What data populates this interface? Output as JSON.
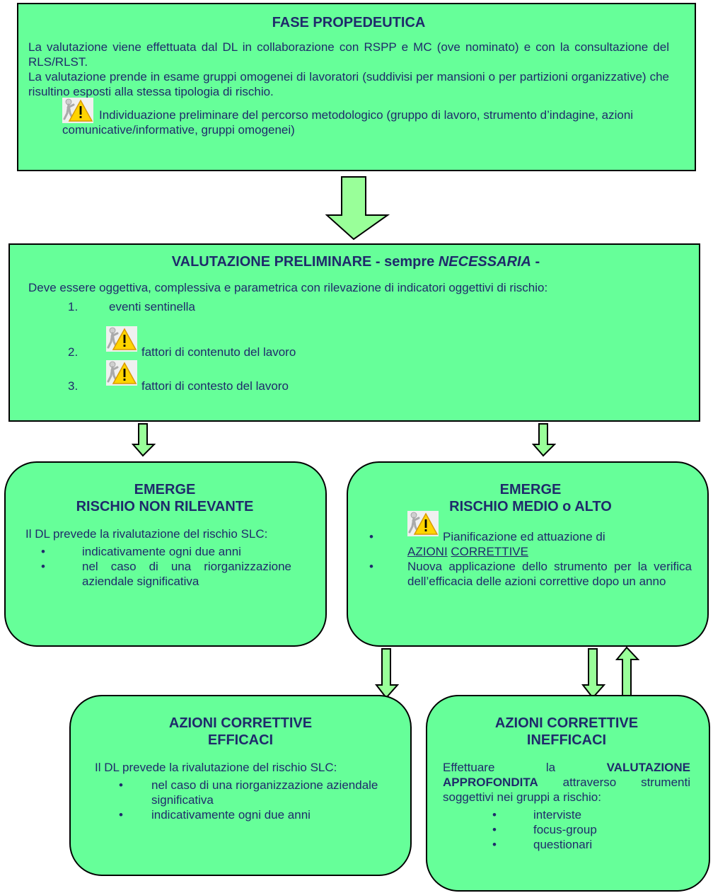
{
  "box1": {
    "title": "FASE PROPEDEUTICA",
    "p1": "La valutazione viene effettuata dal DL in collaborazione con RSPP e MC (ove nominato) e con la consultazione del RLS/RLST.",
    "p2": "La valutazione prende in esame gruppi omogenei di lavoratori (suddivisi per mansioni o per partizioni organizzative) che risultino esposti alla stessa tipologia di rischio.",
    "item": "Individuazione preliminare del percorso metodologico (gruppo di lavoro, strumento d’indagine, azioni comunicative/informative, gruppi omogenei)"
  },
  "box2": {
    "title_main": "VALUTAZIONE PRELIMINARE - sempre ",
    "title_em": "NECESSARIA",
    "title_end": " -",
    "intro": "Deve essere oggettiva, complessiva e parametrica con rilevazione di indicatori oggettivi di rischio:",
    "items": [
      {
        "num": "1.",
        "text": "eventi sentinella"
      },
      {
        "num": "2.",
        "text": "fattori di contenuto del lavoro"
      },
      {
        "num": "3.",
        "text": "fattori di contesto del lavoro"
      }
    ]
  },
  "box3": {
    "title1": "EMERGE",
    "title2": "RISCHIO NON RILEVANTE",
    "intro": "Il DL prevede la rivalutazione del rischio SLC:",
    "items": [
      "indicativamente ogni due anni",
      "nel caso di una riorganizzazione aziendale significativa"
    ]
  },
  "box4": {
    "title1": "EMERGE",
    "title2": "RISCHIO MEDIO o ALTO",
    "item1_text": "Pianificazione ed attuazione di",
    "item1_link1": "AZIONI",
    "item1_link2": "CORRETTIVE",
    "item2": "Nuova applicazione dello strumento per la verifica dell’efficacia delle azioni correttive dopo un anno"
  },
  "box5": {
    "title1": "AZIONI CORRETTIVE",
    "title2": "EFFICACI",
    "intro": "Il DL prevede la rivalutazione del rischio SLC:",
    "items": [
      "nel caso di una riorganizzazione aziendale significativa",
      "indicativamente ogni due anni"
    ]
  },
  "box6": {
    "title1": "AZIONI CORRETTIVE",
    "title2": "INEFFICACI",
    "intro_a": "Effettuare la ",
    "intro_b": "VALUTAZIONE APPROFONDITA",
    "intro_c": " attraverso strumenti soggettivi nei gruppi a rischio:",
    "items": [
      "interviste",
      "focus-group",
      "questionari"
    ]
  },
  "colors": {
    "box_fill": "#66ff99",
    "arrow_fill": "#99ff99",
    "title_text": "#1f2a6b"
  },
  "icons": {
    "warning": "warning-figure-icon"
  }
}
